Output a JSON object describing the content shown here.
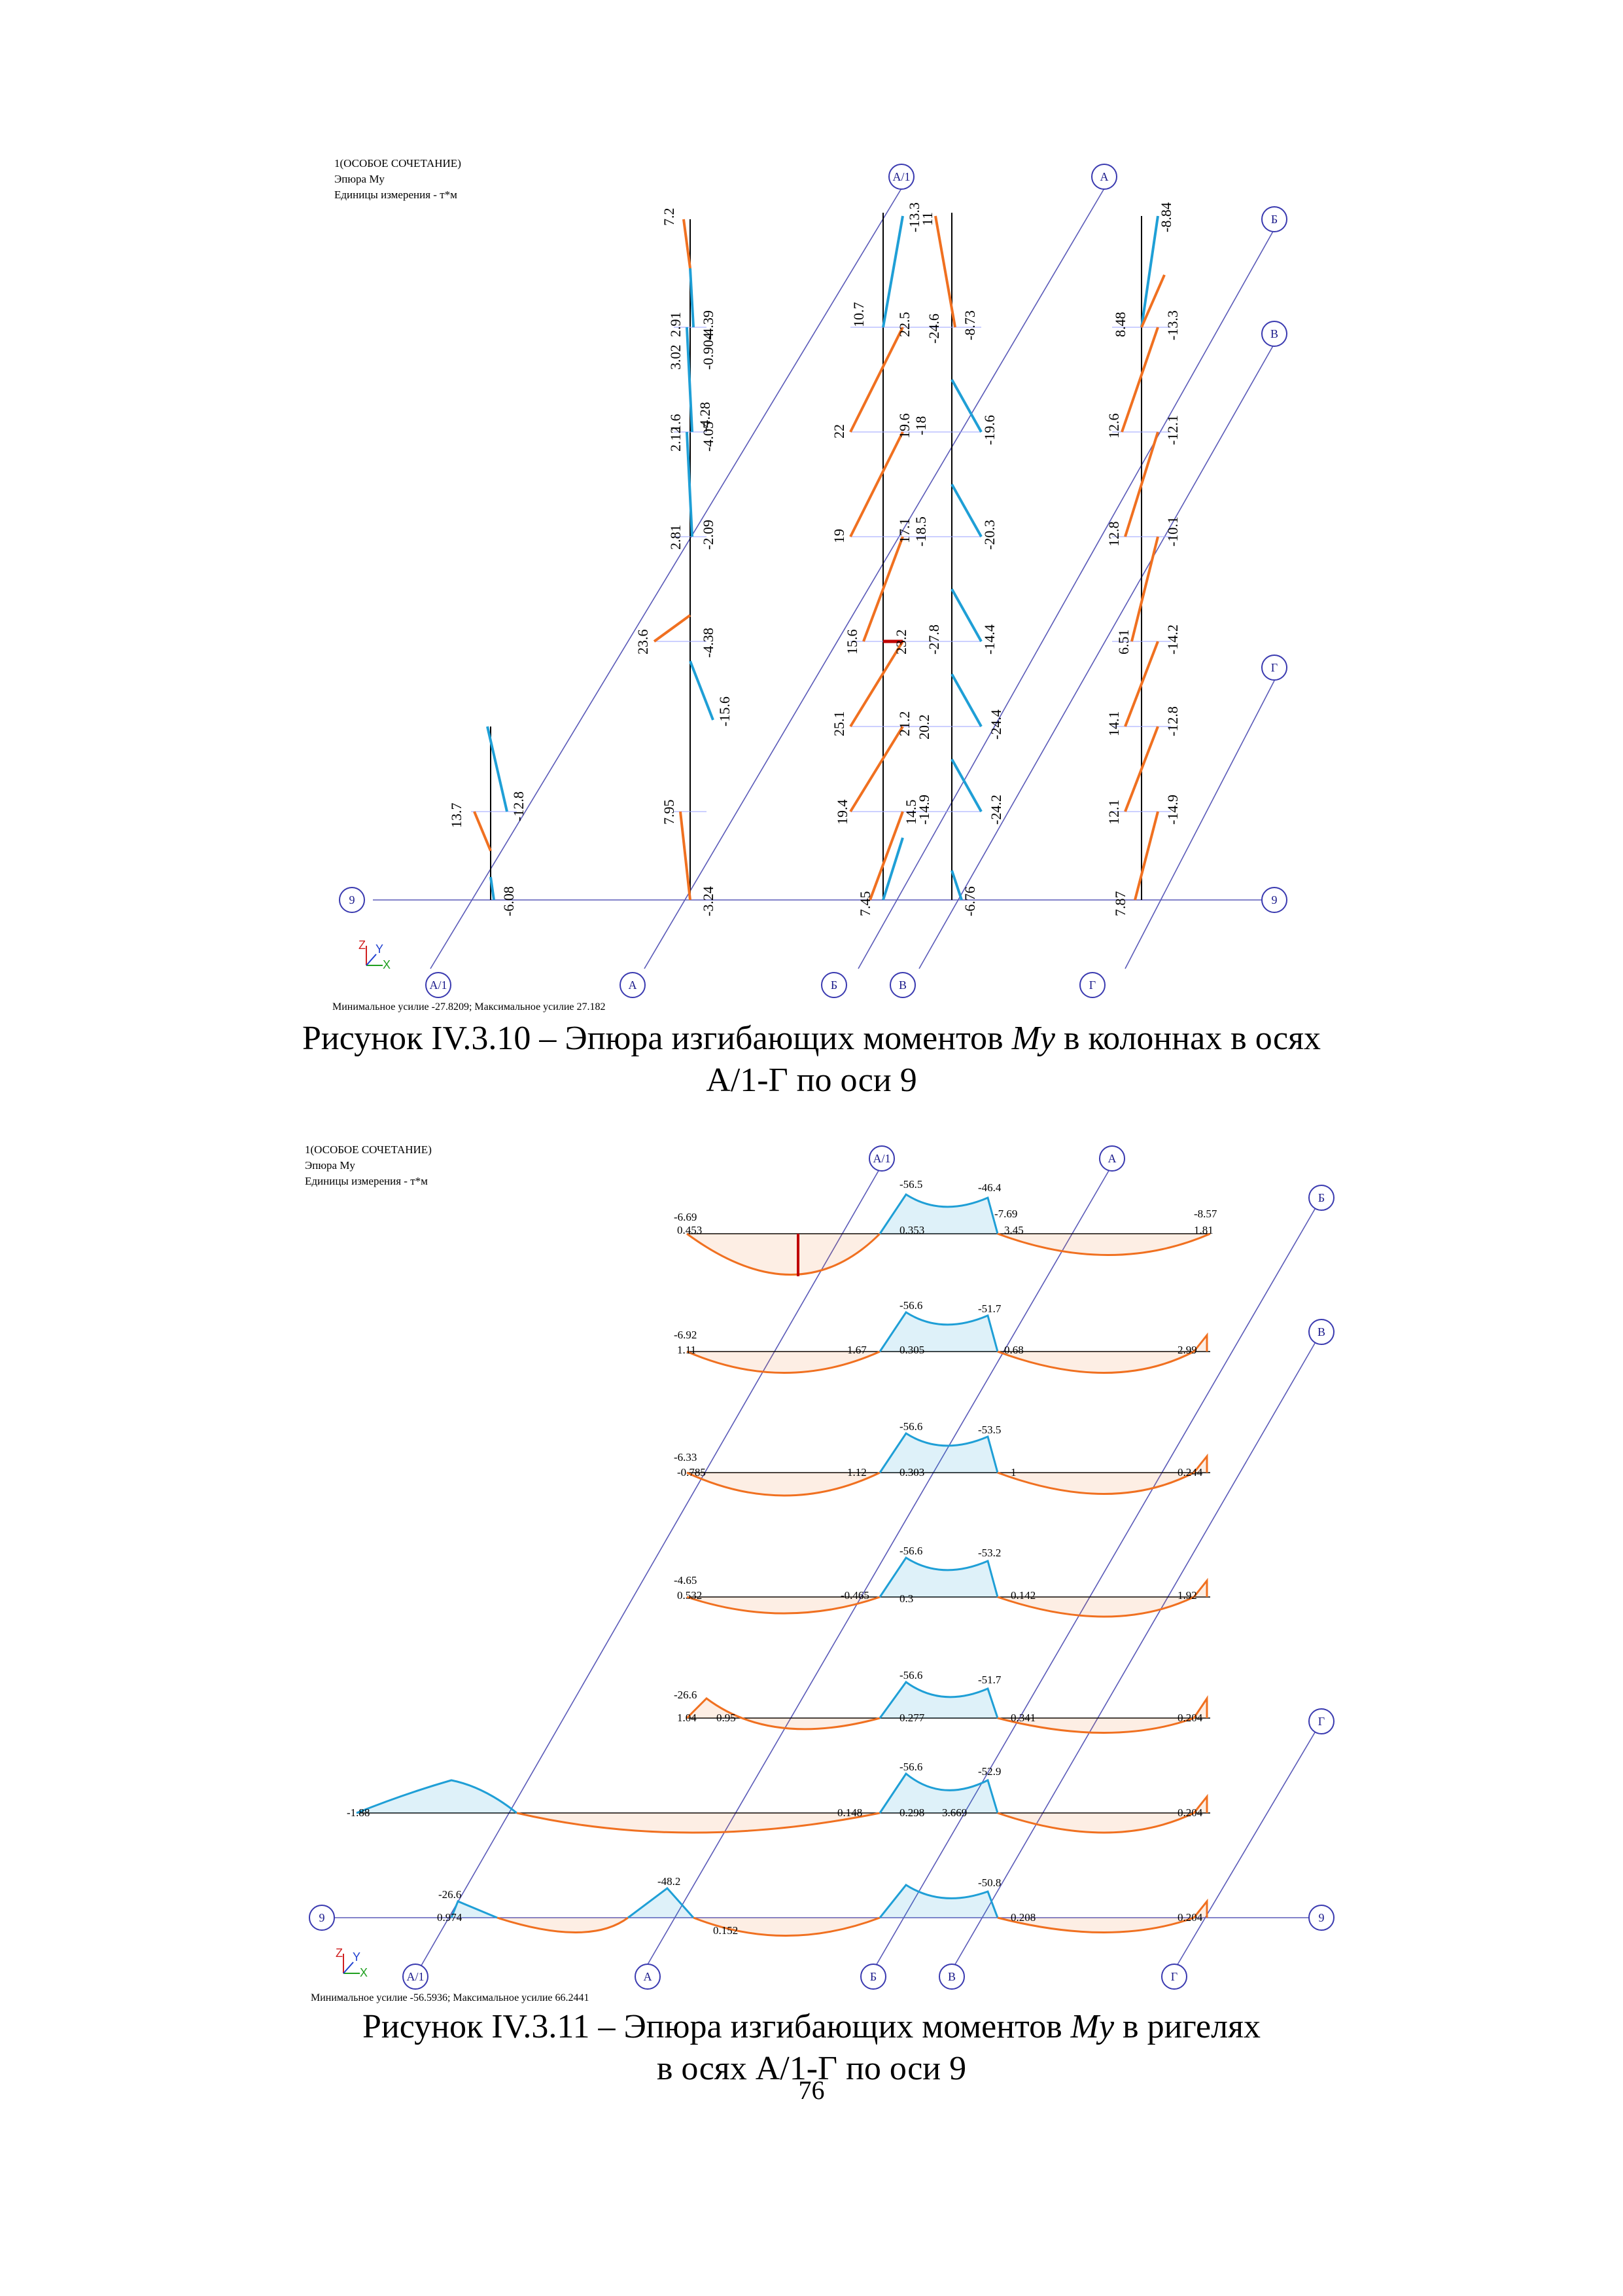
{
  "figure1": {
    "header": [
      "1(ОСОБОЕ СОЧЕТАНИЕ)",
      "Эпюра My",
      "Единицы измерения - т*м"
    ],
    "caption_line1_prefix": "Рисунок IV.3.10 – Эпюра изгибающих моментов ",
    "caption_italic": "My",
    "caption_line1_suffix": " в колоннах в осях",
    "caption_line2": "А/1-Г по оси 9",
    "footer": "Минимальное усилие -27.8209; Максимальное усилие 27.182",
    "top_axes": [
      "А/1",
      "А",
      "Б",
      "В",
      "Г"
    ],
    "bottom_axes": [
      "А/1",
      "А",
      "Б",
      "В",
      "Г"
    ],
    "row_axis": "9",
    "column_labels": {
      "c1": [
        "13.7",
        "-12.8",
        "-6.08"
      ],
      "c2": [
        "7.2",
        "3.02",
        "2.91",
        "-4.39",
        "-0.904",
        "2.12",
        "1.6",
        "-4.05",
        "-4.28",
        "2.81",
        "-2.09",
        "23.6",
        "-4.38",
        "-15.6",
        "7.95",
        "-3.24"
      ],
      "c3": [
        "-13.3",
        "10.7",
        "22.5",
        "22",
        "19.6",
        "19",
        "17.1",
        "15.6",
        "23.2",
        "25.1",
        "21.2",
        "19.4",
        "14.5",
        "7.45"
      ],
      "c4": [
        "11",
        "-24.6",
        "-8.73",
        "-18",
        "-19.6",
        "-18.5",
        "-20.3",
        "-27.8",
        "-14.4",
        "20.2",
        "-24.4",
        "-14.9",
        "-24.2",
        "-6.76"
      ],
      "c5": [
        "-8.84",
        "8.48",
        "-13.3",
        "12.6",
        "-12.1",
        "12.8",
        "-10.1",
        "6.51",
        "-14.2",
        "14.1",
        "-12.8",
        "12.1",
        "-14.9",
        "7.87"
      ]
    }
  },
  "figure2": {
    "header": [
      "1(ОСОБОЕ СОЧЕТАНИЕ)",
      "Эпюра My",
      "Единицы измерения - т*м"
    ],
    "caption_line1_prefix": "Рисунок IV.3.11 – Эпюра изгибающих моментов ",
    "caption_italic": "My",
    "caption_line1_suffix": " в ригелях",
    "caption_line2": "в осях А/1-Г по оси 9",
    "footer": "Минимальное усилие -56.5936; Максимальное усилие 66.2441",
    "top_axes": [
      "А/1",
      "А",
      "Б",
      "В",
      "Г"
    ],
    "bottom_axes": [
      "А/1",
      "А",
      "Б",
      "В",
      "Г"
    ],
    "row_axis": "9",
    "beam_labels": [
      [
        "-6.69",
        "0.453",
        "-56.5",
        "-46.4",
        "-7.69",
        "-8.57",
        "0.353",
        "3.45",
        "1.81"
      ],
      [
        "-6.92",
        "1.11",
        "-56.6",
        "-51.7",
        "1.67",
        "0.305",
        "0.68",
        "2.99"
      ],
      [
        "-6.33",
        "-0.785",
        "-56.6",
        "-53.5",
        "1.12",
        "0.303",
        "1",
        "0.244"
      ],
      [
        "-4.65",
        "0.532",
        "-56.6",
        "-53.2",
        "-0.465",
        "0.3",
        "0.142",
        "1.92"
      ],
      [
        "-26.6",
        "1.04",
        "-56.6",
        "-51.7",
        "0.95",
        "0.277",
        "0.341",
        "0.204"
      ],
      [
        "-1.88",
        "-56.6",
        "-52.9",
        "0.148",
        "0.298",
        "3.669",
        "0.204"
      ],
      [
        "-26.6",
        "-48.2",
        "-50.8",
        "0.974",
        "0.152",
        "0.208",
        "0.204"
      ]
    ]
  },
  "page_number": "76",
  "colors": {
    "positive": "#f07020",
    "negative": "#1f9fd6",
    "axis": "#3a3ab0",
    "extreme": "#c00000"
  }
}
